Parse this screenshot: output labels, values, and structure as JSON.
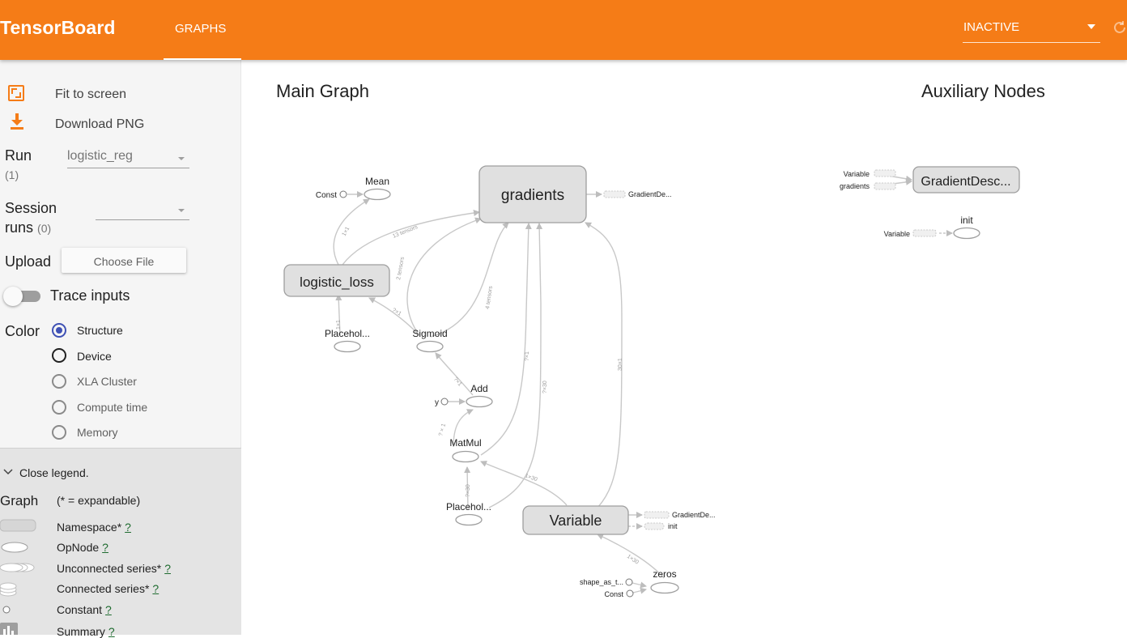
{
  "header": {
    "brand": "TensorBoard",
    "tab_graphs": "GRAPHS",
    "status": "INACTIVE",
    "accent": "#f57c17"
  },
  "sidebar": {
    "fit_to_screen": "Fit to screen",
    "download_png": "Download PNG",
    "run_label": "Run",
    "run_count": "(1)",
    "run_value": "logistic_reg",
    "session_label_1": "Session",
    "session_label_2": "runs",
    "session_count": "(0)",
    "session_value": "",
    "upload_label": "Upload",
    "choose_file": "Choose File",
    "trace_inputs": "Trace inputs",
    "color_label": "Color",
    "color_options": [
      "Structure",
      "Device",
      "XLA Cluster",
      "Compute time",
      "Memory"
    ],
    "color_selected": "Structure"
  },
  "legend": {
    "close": "Close legend.",
    "graph_label": "Graph",
    "expandable_note": "(* = expandable)",
    "items": [
      {
        "label": "Namespace*",
        "help": "?"
      },
      {
        "label": "OpNode",
        "help": "?"
      },
      {
        "label": "Unconnected series*",
        "help": "?"
      },
      {
        "label": "Connected series*",
        "help": "?"
      },
      {
        "label": "Constant",
        "help": "?"
      },
      {
        "label": "Summary",
        "help": "?"
      }
    ]
  },
  "main": {
    "main_title": "Main Graph",
    "aux_title": "Auxiliary Nodes",
    "nodes": {
      "gradients": "gradients",
      "logistic_loss": "logistic_loss",
      "variable": "Variable",
      "mean": "Mean",
      "const_mean": "Const",
      "placeholder_1": "Placehol...",
      "sigmoid": "Sigmoid",
      "add": "Add",
      "y": "y",
      "matmul": "MatMul",
      "placeholder_2": "Placehol...",
      "zeros": "zeros",
      "shape_as_t": "shape_as_t...",
      "const_zeros": "Const",
      "grad_out": "GradientDe...",
      "var_grad_out": "GradientDe...",
      "var_init_out": "init"
    },
    "edge_labels": {
      "e1": "1×1",
      "e2": "13 tensors",
      "e3": "2 tensors",
      "e4": "4 tensors",
      "e5": "?×1",
      "e6": "?×30",
      "e7": "30×1",
      "e8": "1×1",
      "e9": "?×1",
      "e10": "?×1",
      "e11": "?×30",
      "e12": "1×30",
      "e13": "1×30",
      "e14": "? × 1"
    },
    "aux": {
      "gd_node": "GradientDesc...",
      "in_variable": "Variable",
      "in_gradients": "gradients",
      "init": "init",
      "init_in_variable": "Variable"
    }
  }
}
